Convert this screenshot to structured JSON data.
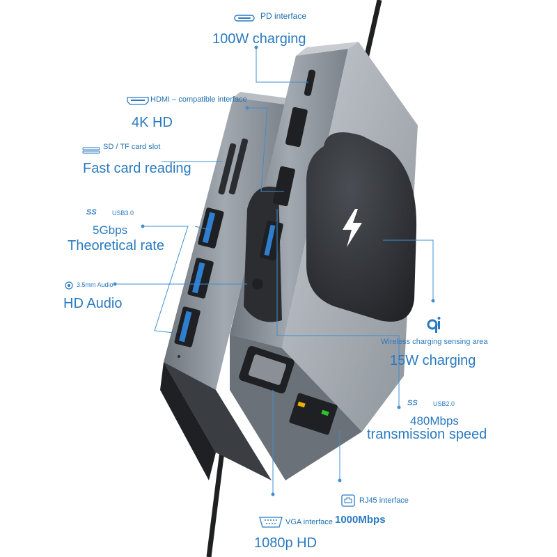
{
  "callouts": {
    "pd": {
      "title": "PD interface",
      "value": "100W charging"
    },
    "hdmi": {
      "title": "HDMI – compatible interface",
      "value": "4K HD"
    },
    "sd": {
      "title": "SD / TF card slot",
      "value": "Fast card reading"
    },
    "usb30": {
      "brand": "SS",
      "title": "USB3.0",
      "speed": "5Gbps",
      "value": "Theoretical rate"
    },
    "audio": {
      "title": "3.5mm Audio",
      "value": "HD Audio"
    },
    "wireless": {
      "title": "Wireless charging sensing area",
      "value": "15W charging"
    },
    "usb20": {
      "brand": "SS",
      "title": "USB2.0",
      "speed": "480Mbps",
      "value": "transmission speed"
    },
    "rj45": {
      "title": "RJ45 interface",
      "speed": "1000Mbps"
    },
    "vga": {
      "title": "VGA interface",
      "value": "1080p HD"
    }
  },
  "colors": {
    "accent": "#2a7ac0",
    "leader": "#3f8fd0",
    "device_body": "#8a9099",
    "device_dark": "#2b2d31",
    "pad": "#2f3136"
  },
  "icons": [
    "usb-c-icon",
    "hdmi-icon",
    "sd-card-icon",
    "usb-ss-icon",
    "audio-jack-icon",
    "qi-icon",
    "lightning-icon",
    "rj45-icon",
    "vga-icon"
  ]
}
